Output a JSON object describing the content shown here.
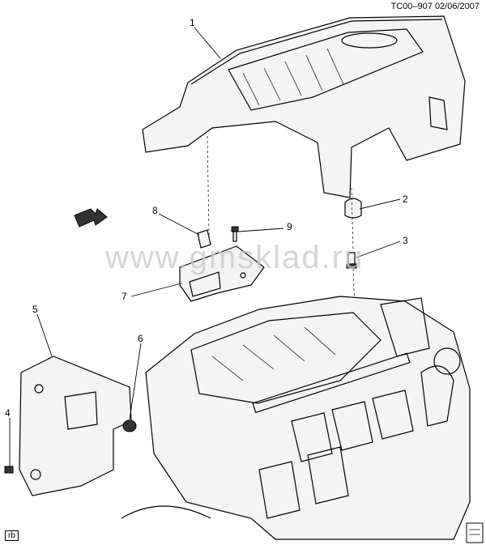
{
  "header": {
    "code": "TC00–907  02/06/2007"
  },
  "watermark": {
    "text": "www.gmsklad.ru"
  },
  "footer": {
    "tag": "rb"
  },
  "callouts": [
    {
      "id": "1",
      "label": "1"
    },
    {
      "id": "2",
      "label": "2"
    },
    {
      "id": "3",
      "label": "3"
    },
    {
      "id": "4",
      "label": "4"
    },
    {
      "id": "5",
      "label": "5"
    },
    {
      "id": "6",
      "label": "6"
    },
    {
      "id": "7",
      "label": "7"
    },
    {
      "id": "8",
      "label": "8"
    },
    {
      "id": "9",
      "label": "9"
    }
  ],
  "icons": {
    "front_indicator": "front-arrow-icon",
    "corner_logo": "badge-icon"
  },
  "colors": {
    "line": "#000000",
    "watermark": "#c8c8c8"
  }
}
